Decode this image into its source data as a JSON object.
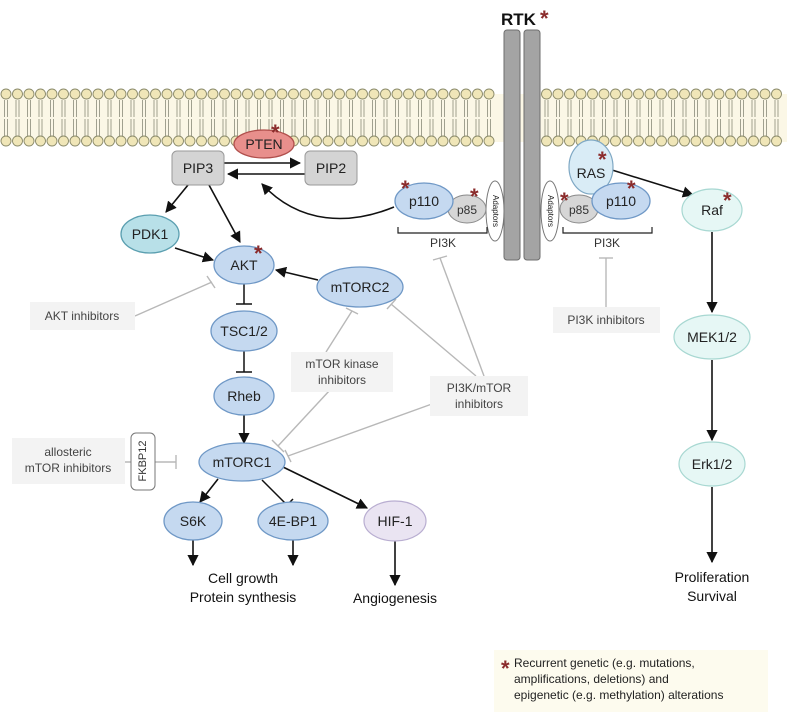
{
  "title": "RTK",
  "nodes": {
    "pten": "PTEN",
    "pip3": "PIP3",
    "pip2": "PIP2",
    "pdk1": "PDK1",
    "akt": "AKT",
    "tsc": "TSC1/2",
    "rheb": "Rheb",
    "mtorc1": "mTORC1",
    "mtorc2": "mTORC2",
    "s6k": "S6K",
    "ebp1": "4E-BP1",
    "hif1": "HIF-1",
    "p110_left": "p110",
    "p85_left": "p85",
    "p110_right": "p110",
    "p85_right": "p85",
    "ras": "RAS",
    "raf": "Raf",
    "mek": "MEK1/2",
    "erk": "Erk1/2",
    "fkbp12": "FKBP12",
    "adaptors_left": "Adaptors",
    "adaptors_right": "Adaptors"
  },
  "labels": {
    "pi3k_left": "PI3K",
    "pi3k_right": "PI3K",
    "akt_inhibitors": "AKT inhibitors",
    "mtor_kinase_1": "mTOR kinase",
    "mtor_kinase_2": "inhibitors",
    "pi3k_mtor_1": "PI3K/mTOR",
    "pi3k_mtor_2": "inhibitors",
    "pi3k_inhibitors": "PI3K inhibitors",
    "allosteric_1": "allosteric",
    "allosteric_2": "mTOR inhibitors"
  },
  "outputs": {
    "cell_growth": "Cell growth",
    "protein_synthesis": "Protein synthesis",
    "angiogenesis": "Angiogenesis",
    "proliferation": "Proliferation",
    "survival": "Survival"
  },
  "legend": {
    "star_symbol": "*",
    "line1": "Recurrent genetic (e.g. mutations,",
    "line2": "amplifications, deletions) and",
    "line3": "epigenetic (e.g. methylation) alterations"
  },
  "colors": {
    "mutation_star": "#8b2c2c",
    "pathway_node": "#c5d9f0",
    "membrane_head": "#f0e6b8",
    "receptor": "#a0a0a0",
    "inhibitor_line": "#b8b8b8"
  }
}
